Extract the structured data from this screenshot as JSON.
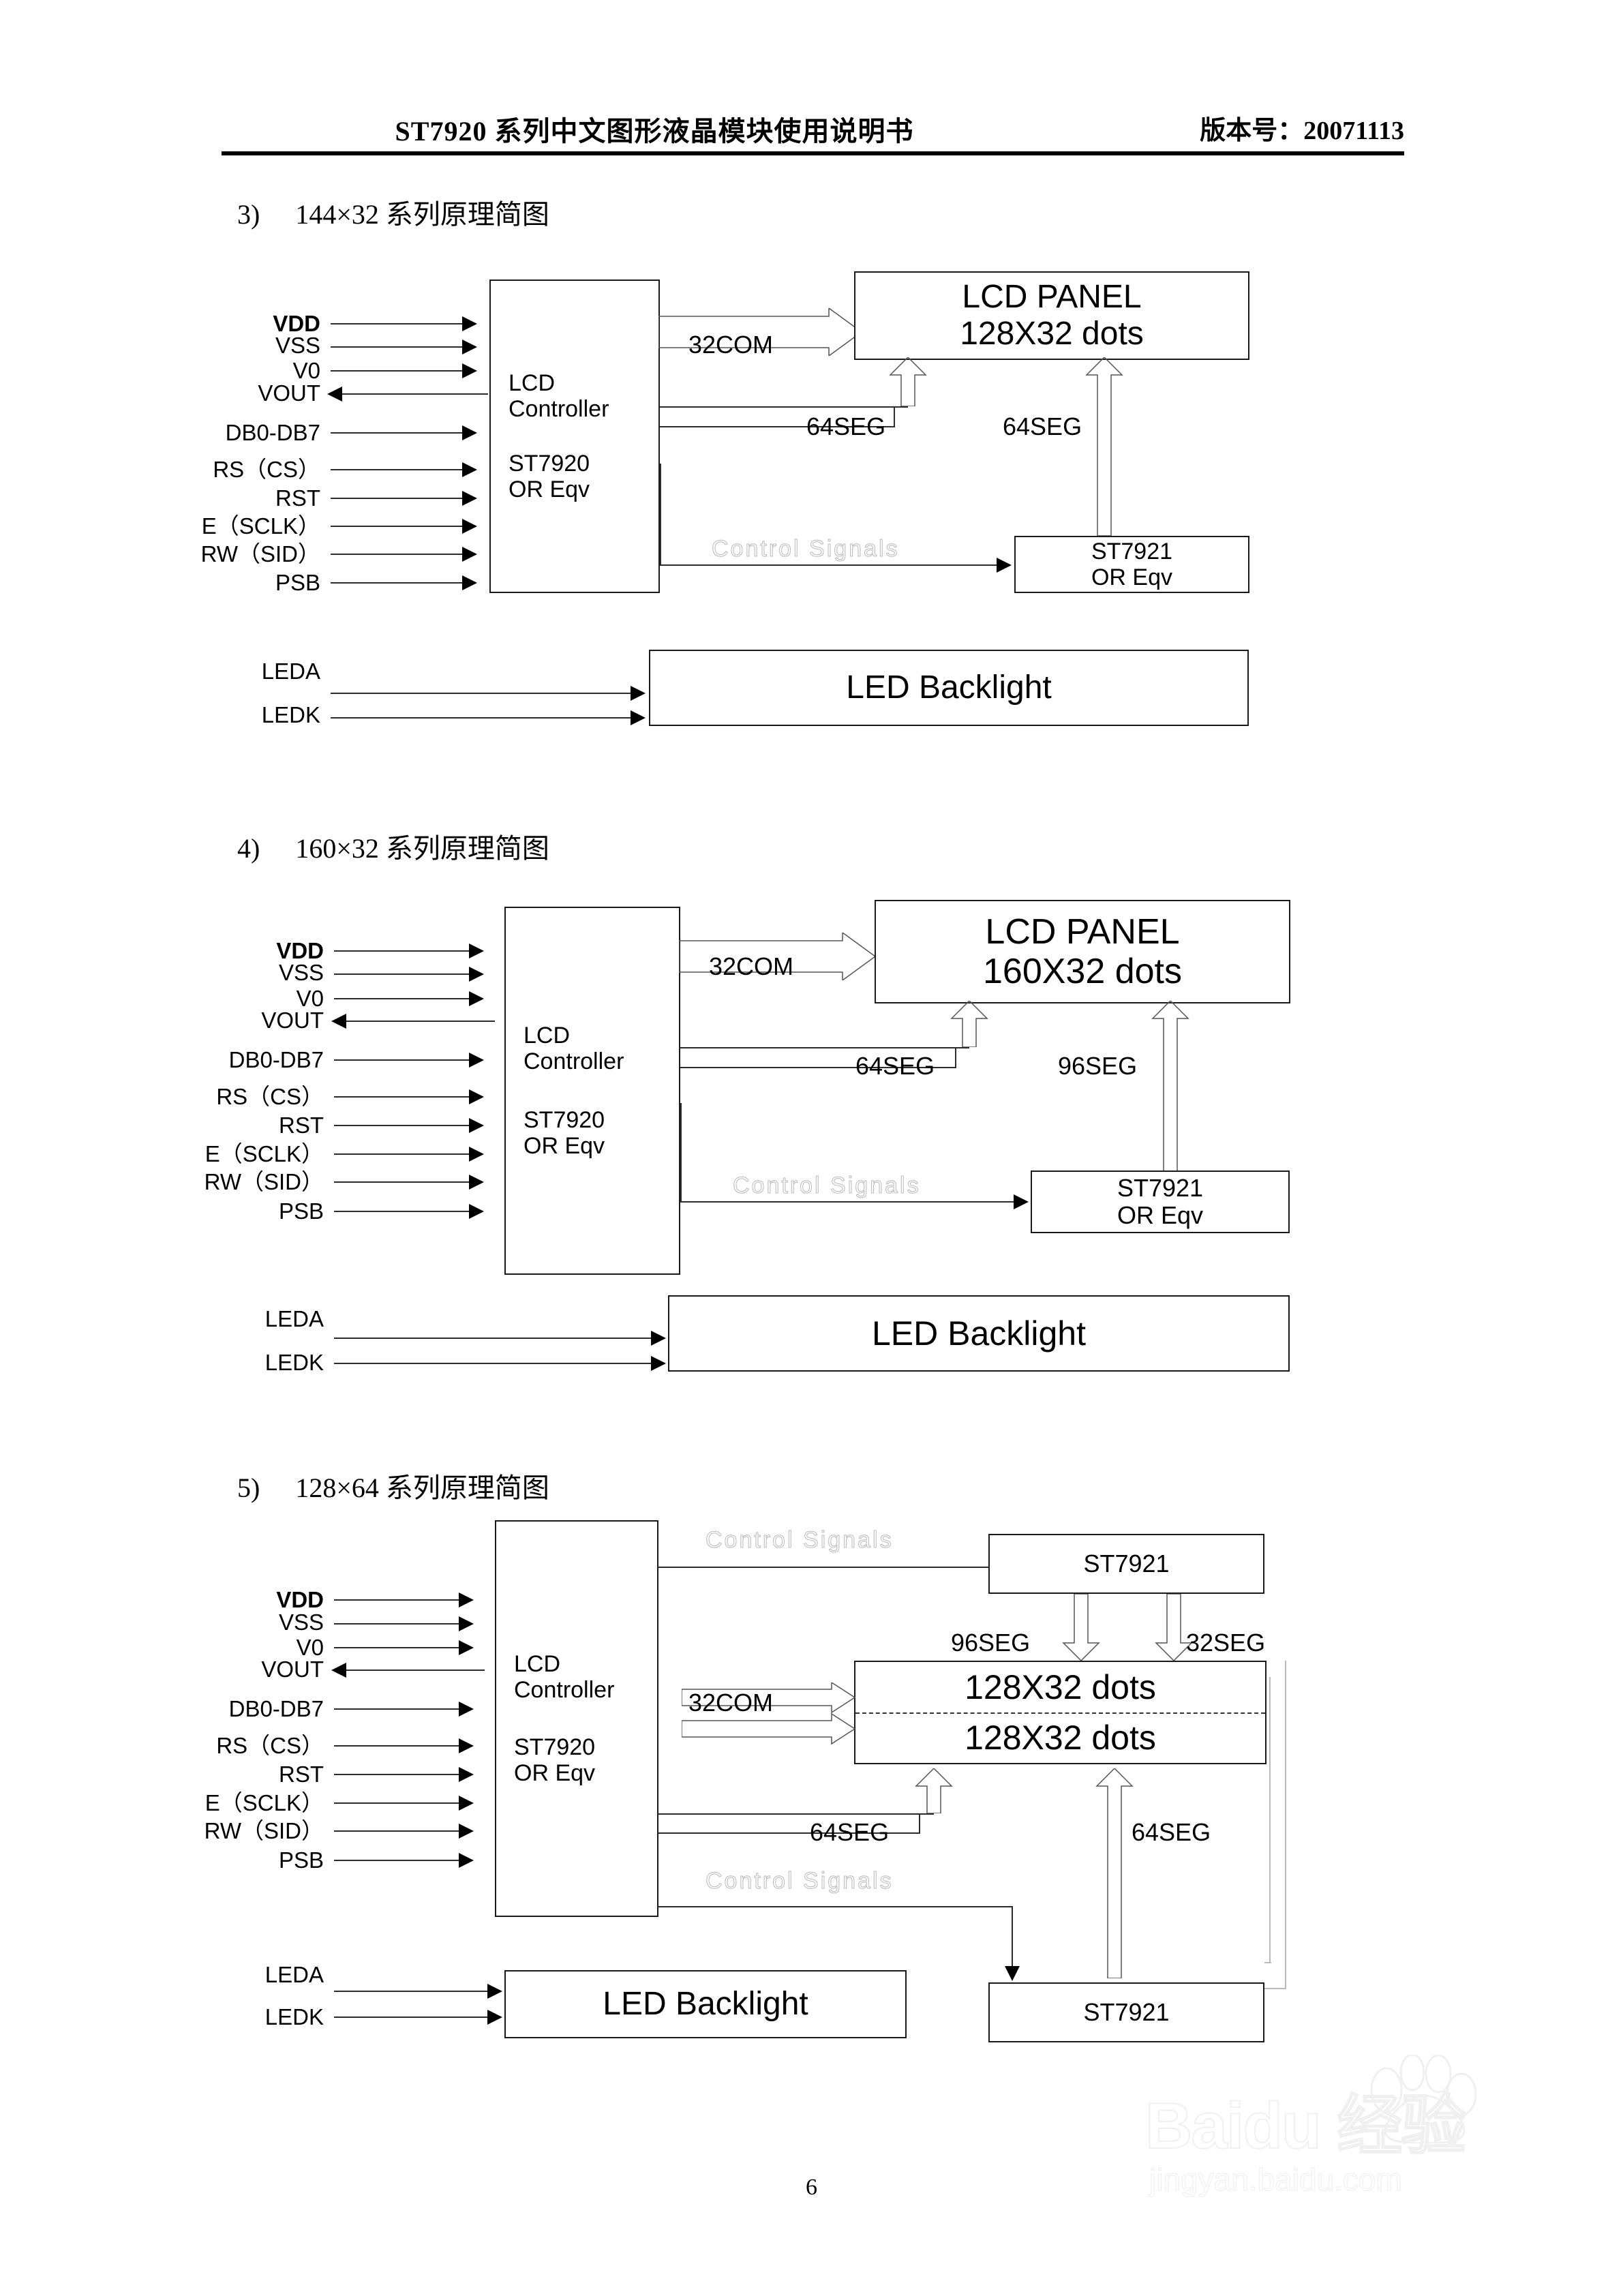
{
  "header": {
    "title": "ST7920 系列中文图形液晶模块使用说明书",
    "version": "版本号：20071113"
  },
  "page_number": "6",
  "watermark": {
    "main": "Baidu 经验",
    "sub": "jingyan.baidu.com"
  },
  "common": {
    "pins": {
      "vdd": "VDD",
      "vss": "VSS",
      "v0": "V0",
      "vout": "VOUT",
      "db": "DB0-DB7",
      "rs": "RS（CS）",
      "rst": "RST",
      "e": "E（SCLK）",
      "rw": "RW（SID）",
      "psb": "PSB",
      "leda": "LEDA",
      "ledk": "LEDK"
    },
    "controller": {
      "line1": "LCD",
      "line2": "Controller",
      "line3": "ST7920",
      "line4": "OR Eqv"
    },
    "driver": {
      "line1": "ST7921",
      "line2": "OR Eqv"
    },
    "backlight": "LED Backlight",
    "control_signals": "Control Signals"
  },
  "sections": [
    {
      "num": "3)",
      "title": "144×32 系列原理简图",
      "panel": {
        "line1": "LCD  PANEL",
        "line2": "128X32 dots"
      },
      "com_label": "32COM",
      "seg_left": "64SEG",
      "seg_right": "64SEG",
      "driver": {
        "line1": "ST7921",
        "line2": "OR Eqv"
      },
      "backlight": "LED Backlight",
      "control_signals": "Control Signals"
    },
    {
      "num": "4)",
      "title": "160×32 系列原理简图",
      "panel": {
        "line1": "LCD  PANEL",
        "line2": "160X32 dots"
      },
      "com_label": "32COM",
      "seg_left": "64SEG",
      "seg_right": "96SEG",
      "driver": {
        "line1": "ST7921",
        "line2": "OR Eqv"
      },
      "backlight": "LED Backlight",
      "control_signals": "Control Signals"
    },
    {
      "num": "5)",
      "title": "128×64 系列原理简图",
      "panel": {
        "line1": "128X32 dots",
        "line2": "128X32 dots"
      },
      "com_label": "32COM",
      "driver_top": "ST7921",
      "driver_bottom": "ST7921",
      "seg_top_left": "96SEG",
      "seg_top_right": "32SEG",
      "seg_bottom_left": "64SEG",
      "seg_bottom_right": "64SEG",
      "backlight": "LED Backlight",
      "control_signals_top": "Control Signals",
      "control_signals_bottom": "Control Signals"
    }
  ]
}
